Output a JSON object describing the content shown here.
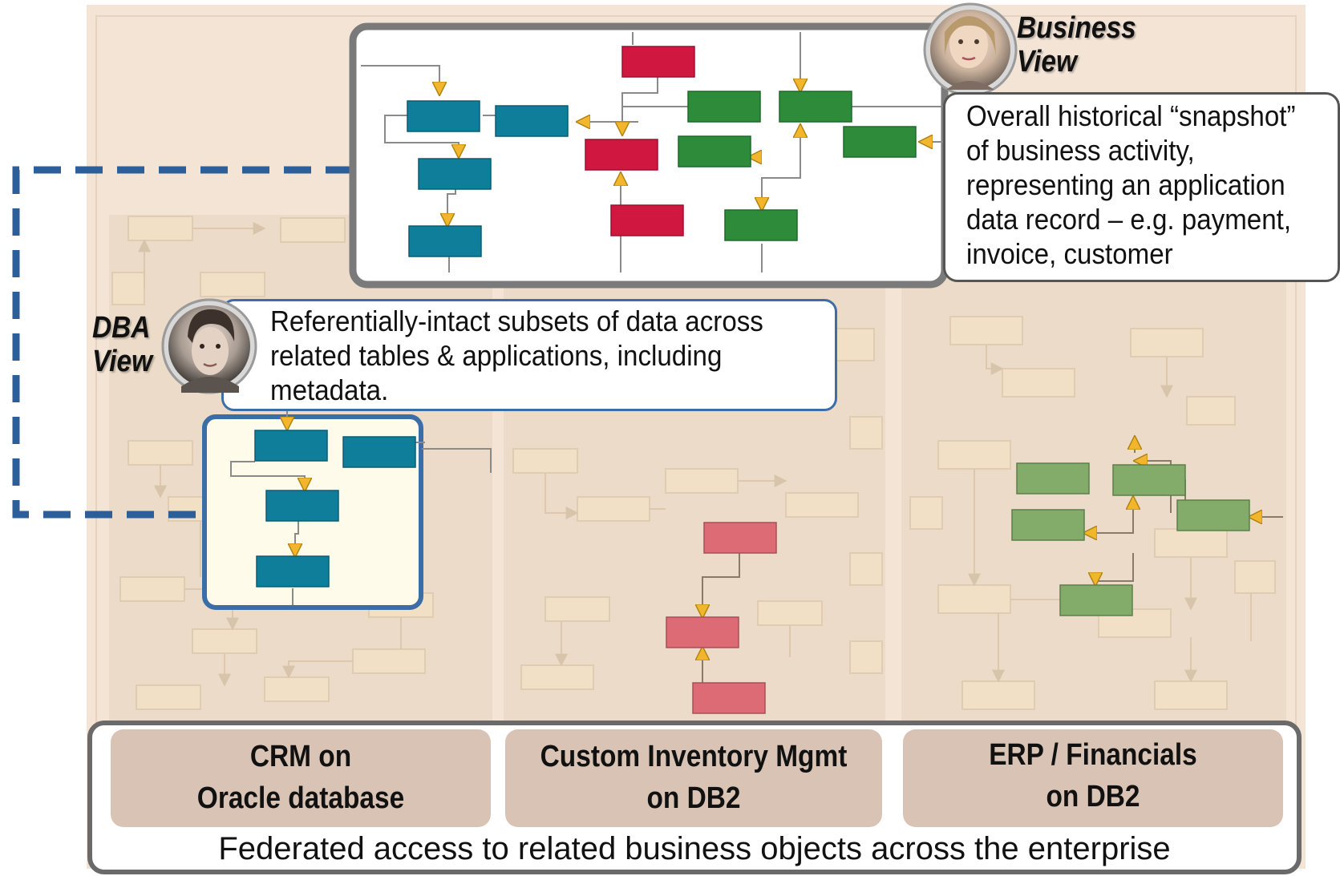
{
  "business_view": {
    "title_line1": "Business",
    "title_line2": "View",
    "description": [
      "Overall historical “snapshot”",
      "of business activity,",
      "representing an application",
      "data record – e.g. payment,",
      "invoice, customer"
    ]
  },
  "dba_view": {
    "title_line1": "DBA",
    "title_line2": "View",
    "description": [
      "Referentially-intact subsets of data across",
      "related tables & applications, including",
      "metadata."
    ]
  },
  "systems": [
    {
      "line1": "CRM on",
      "line2": "Oracle database"
    },
    {
      "line1": "Custom Inventory Mgmt",
      "line2": "on DB2"
    },
    {
      "line1": "ERP / Financials",
      "line2": "on DB2"
    }
  ],
  "footer": {
    "text": "Federated access to related business objects across the enterprise"
  },
  "colors": {
    "teal": "#0f7e9b",
    "red": "#d0173f",
    "green": "#2e8b3a",
    "faded_red": "#dd6b75",
    "faded_green": "#83ab6a",
    "background": "#f2e2d2",
    "system_box": "#d9c3b4",
    "dashed_connector": "#2c5f9a",
    "arrow": "#f1b62b"
  }
}
